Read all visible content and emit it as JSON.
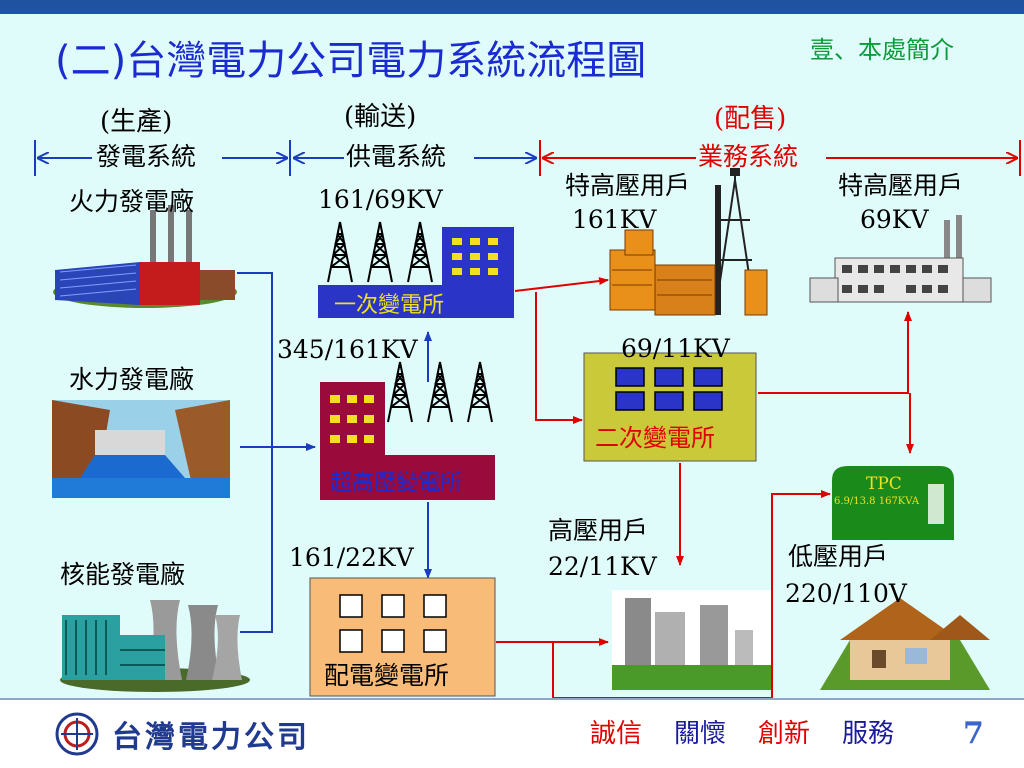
{
  "title": "(二)台灣電力公司電力系統流程圖",
  "section_label": "壹、本處簡介",
  "categories": {
    "generation": {
      "heading": "(生產)",
      "label": "發電系統"
    },
    "transmission": {
      "heading": "(輸送)",
      "label": "供電系統"
    },
    "distribution": {
      "heading": "(配售)",
      "label": "業務系統"
    }
  },
  "plants": {
    "thermal": "火力發電廠",
    "hydro": "水力發電廠",
    "nuclear": "核能發電廠"
  },
  "substations": {
    "primary_voltage": "161/69KV",
    "primary_name": "一次變電所",
    "ehv_voltage": "345/161KV",
    "ehv_name": "超高壓變電所",
    "secondary_voltage": "69/11KV",
    "secondary_name": "二次變電所",
    "distribution_voltage": "161/22KV",
    "distribution_name": "配電變電所"
  },
  "customers": {
    "ehv1_name": "特高壓用戶",
    "ehv1_voltage": "161KV",
    "ehv2_name": "特高壓用戶",
    "ehv2_voltage": "69KV",
    "hv_name": "高壓用戶",
    "hv_voltage": "22/11KV",
    "lv_name": "低壓用戶",
    "lv_voltage": "220/110V"
  },
  "transformer": {
    "brand": "TPC",
    "spec": "6.9/13.8 167KVA"
  },
  "footer": {
    "company": "台灣電力公司",
    "motto": [
      "誠信",
      "關懷",
      "創新",
      "服務"
    ],
    "page": "7"
  },
  "colors": {
    "top_bar": "#1f52a0",
    "background": "#e0fcfa",
    "title": "#1a2bd0",
    "section": "#0c9a3c",
    "arrow_blue": "#1a3cc0",
    "arrow_red": "#e00000"
  }
}
